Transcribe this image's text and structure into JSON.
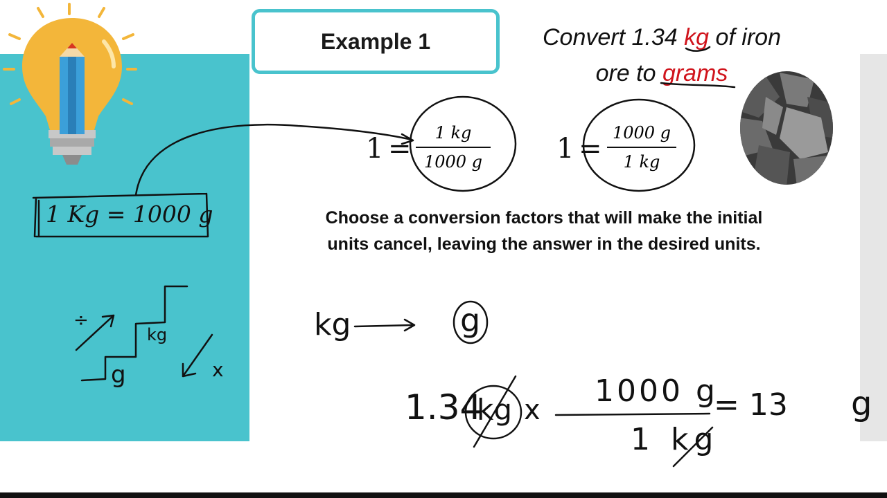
{
  "colors": {
    "teal": "#49c3cd",
    "red": "#d0141c",
    "ink": "#111111",
    "bulb": "#f3b63a",
    "pencil": "#3b9fd9"
  },
  "example": {
    "title": "Example 1"
  },
  "question": {
    "line1_a": "Convert 1.34 ",
    "line1_unit": "kg",
    "line1_b": " of iron",
    "line2_a": "ore to ",
    "line2_unit": "grams"
  },
  "factors": {
    "f1": {
      "one": "1",
      "eq": "=",
      "num": "1 kg",
      "den": "1000 g"
    },
    "f2": {
      "one": "1",
      "eq": "=",
      "num": "1000 g",
      "den": "1 kg"
    }
  },
  "equivalence": "1 Kg = 1000 g",
  "instruction": "Choose a conversion factors that will make the initial units cancel, leaving the answer in the desired units.",
  "stairs": {
    "lower": "g",
    "upper": "kg",
    "divide": "÷",
    "multiply": "x"
  },
  "units_path": {
    "from": "kg",
    "to": "g"
  },
  "calculation": {
    "given": "1.34",
    "given_unit": "kg",
    "times": "x",
    "num": "1000 g",
    "den": "1 kg",
    "equals": "= 13",
    "answer_unit": "g"
  },
  "icons": [
    "idea-bulb-pencil-icon",
    "iron-ore-image"
  ]
}
